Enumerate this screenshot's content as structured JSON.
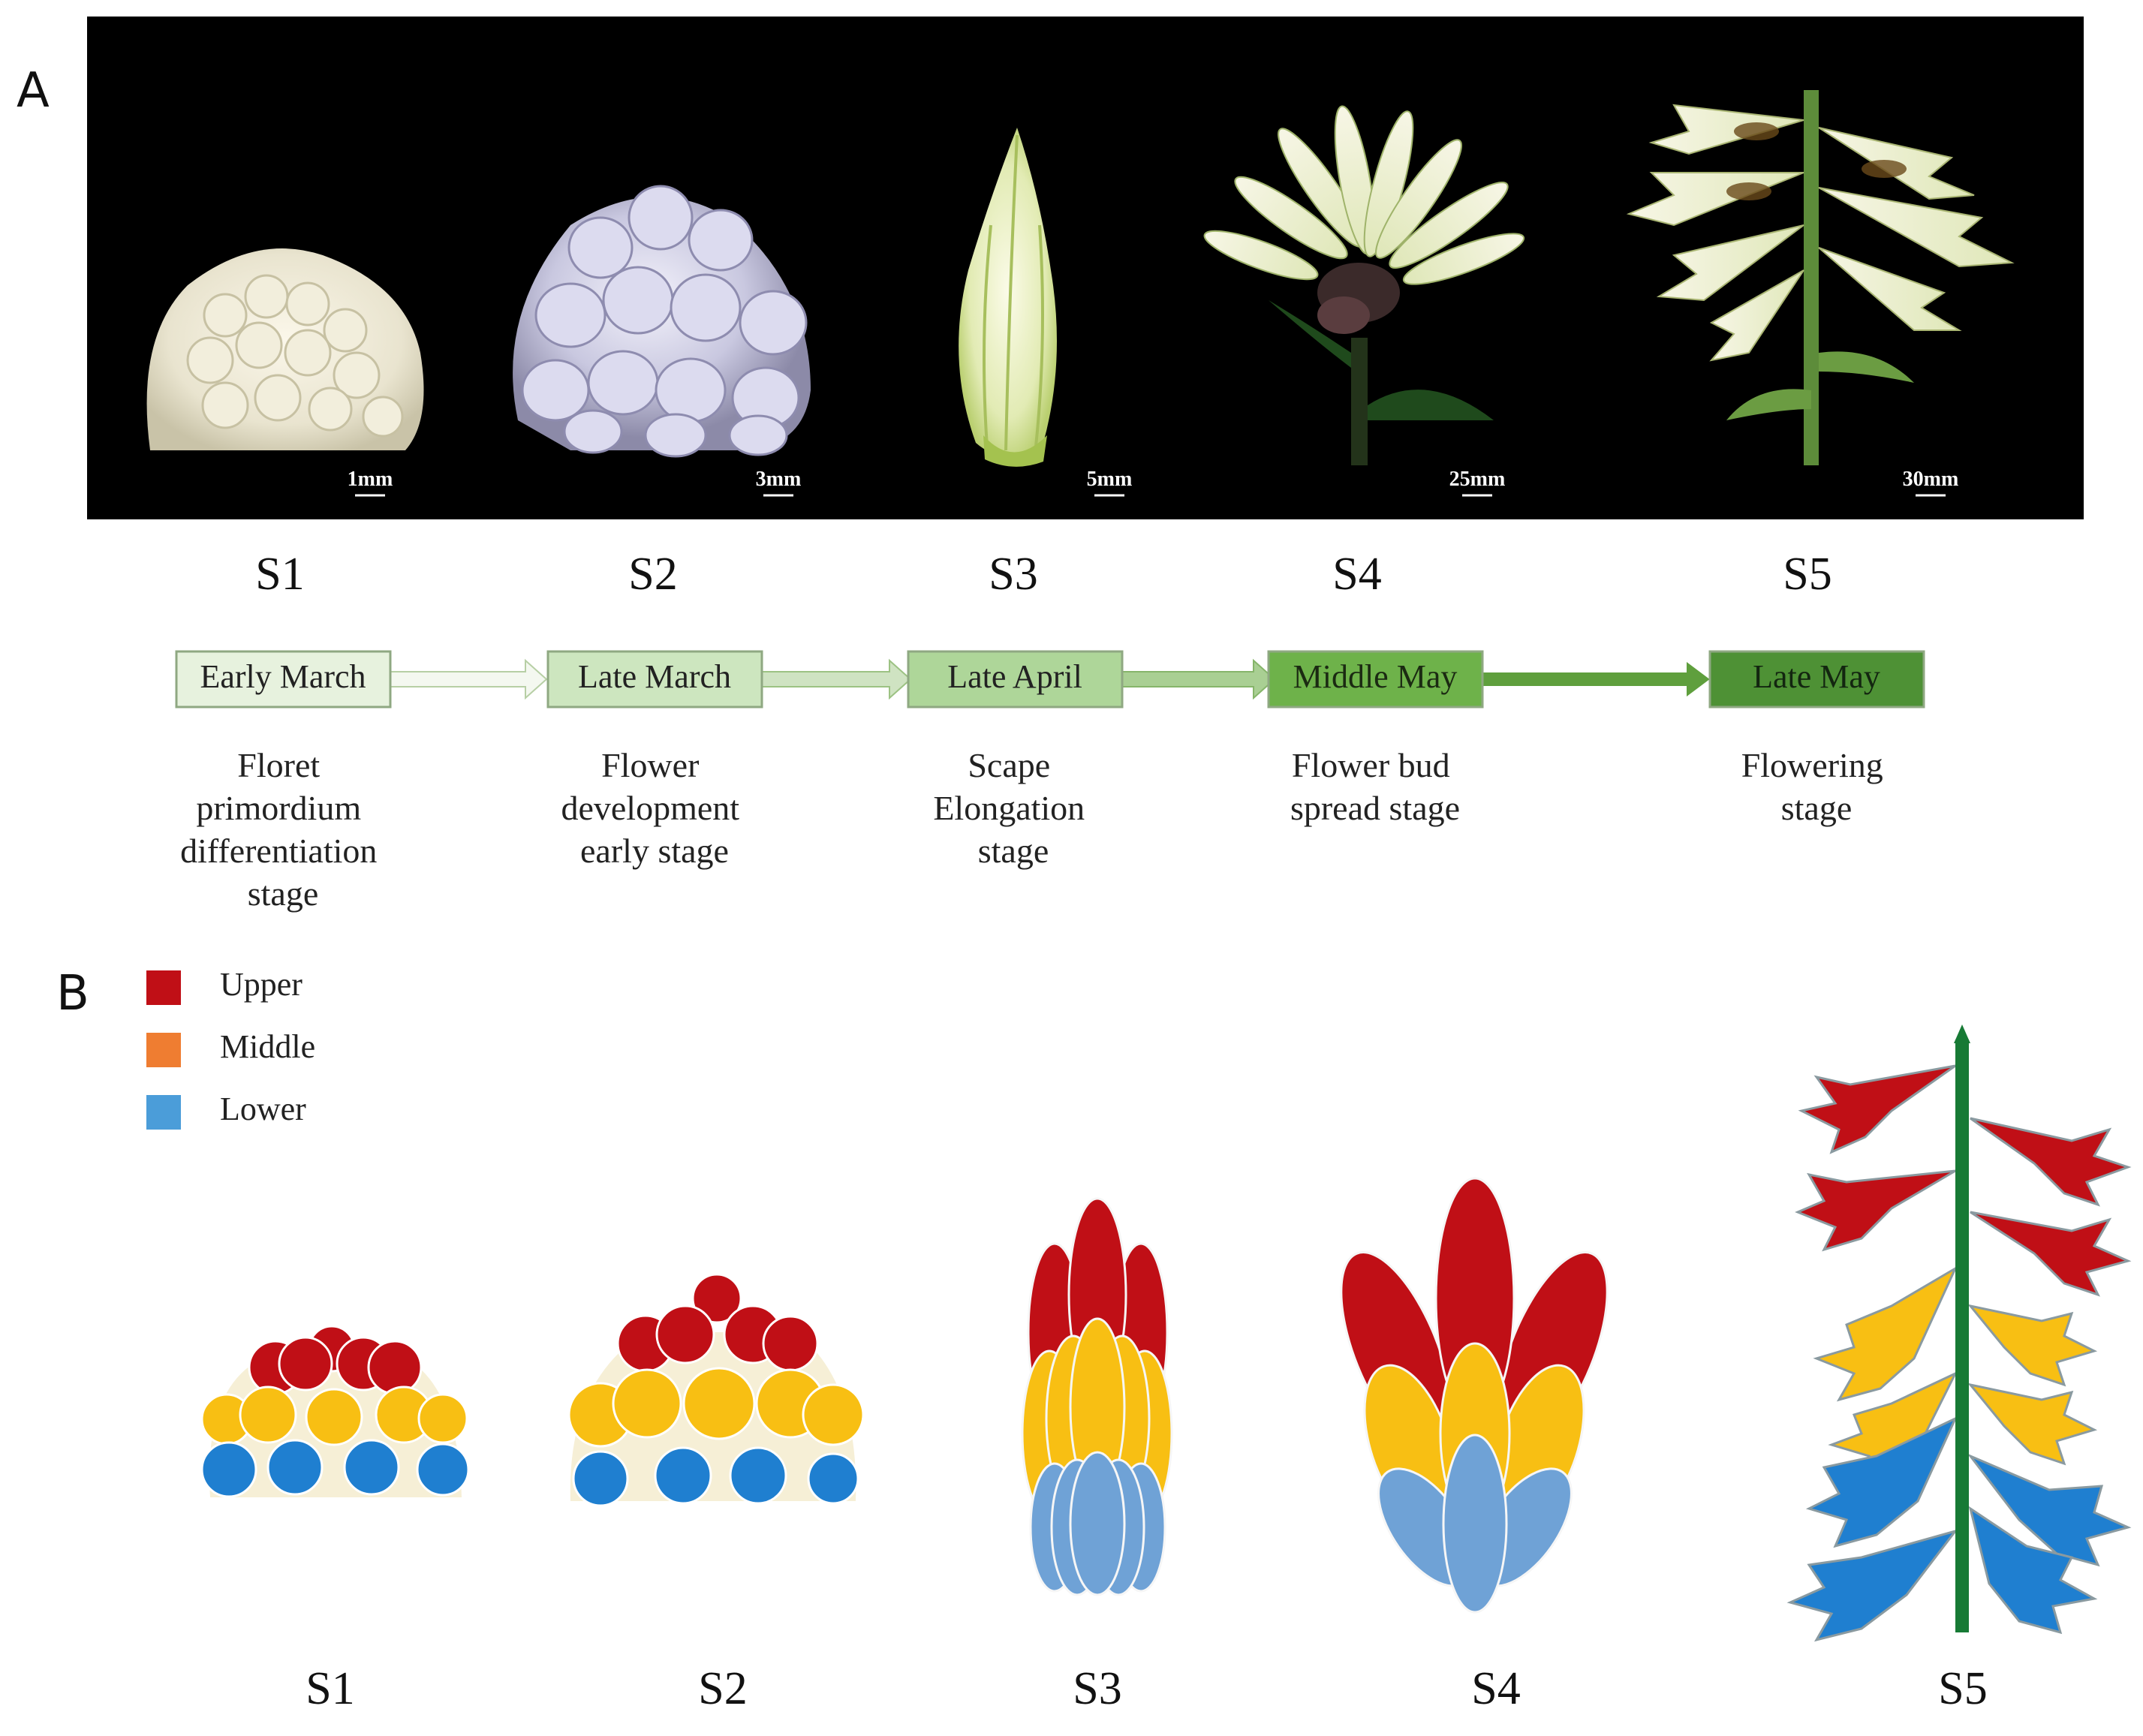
{
  "panels": {
    "a": "A",
    "b": "B"
  },
  "colors": {
    "upper": "#c00f16",
    "middle": "#f8bf13",
    "middle_legend": "#ef7d31",
    "lower": "#4b9dd9",
    "lower_s34": "#6fa2d6",
    "base": "#f6efd6",
    "stem": "#177a35",
    "photo_bg": "#000000"
  },
  "photos": [
    {
      "stage": "S1",
      "scale": "1mm"
    },
    {
      "stage": "S2",
      "scale": "3mm"
    },
    {
      "stage": "S3",
      "scale": "5mm"
    },
    {
      "stage": "S4",
      "scale": "25mm"
    },
    {
      "stage": "S5",
      "scale": "30mm"
    }
  ],
  "timeline": [
    {
      "stage": "S1",
      "date": "Early March",
      "desc": [
        "Floret",
        "primordium",
        "differentiation",
        "stage"
      ],
      "fill": "#e7f2de",
      "text_color": "#222222"
    },
    {
      "stage": "S2",
      "date": "Late March",
      "desc": [
        "Flower",
        "development",
        "early stage"
      ],
      "fill": "#cde6bf",
      "text_color": "#222222"
    },
    {
      "stage": "S3",
      "date": "Late April",
      "desc": [
        "Scape",
        "Elongation",
        "stage"
      ],
      "fill": "#aed699",
      "text_color": "#222222"
    },
    {
      "stage": "S4",
      "date": "Middle May",
      "desc": [
        "Flower bud",
        "spread stage"
      ],
      "fill": "#6eb24a",
      "text_color": "#1b2a12"
    },
    {
      "stage": "S5",
      "date": "Late May",
      "desc": [
        "Flowering",
        "stage"
      ],
      "fill": "#4e9135",
      "text_color": "#132610"
    }
  ],
  "legend": [
    {
      "label": "Upper",
      "color": "#c00f16"
    },
    {
      "label": "Middle",
      "color": "#ef7d31"
    },
    {
      "label": "Lower",
      "color": "#4b9dd9"
    }
  ],
  "schematic_stages": [
    "S1",
    "S2",
    "S3",
    "S4",
    "S5"
  ]
}
